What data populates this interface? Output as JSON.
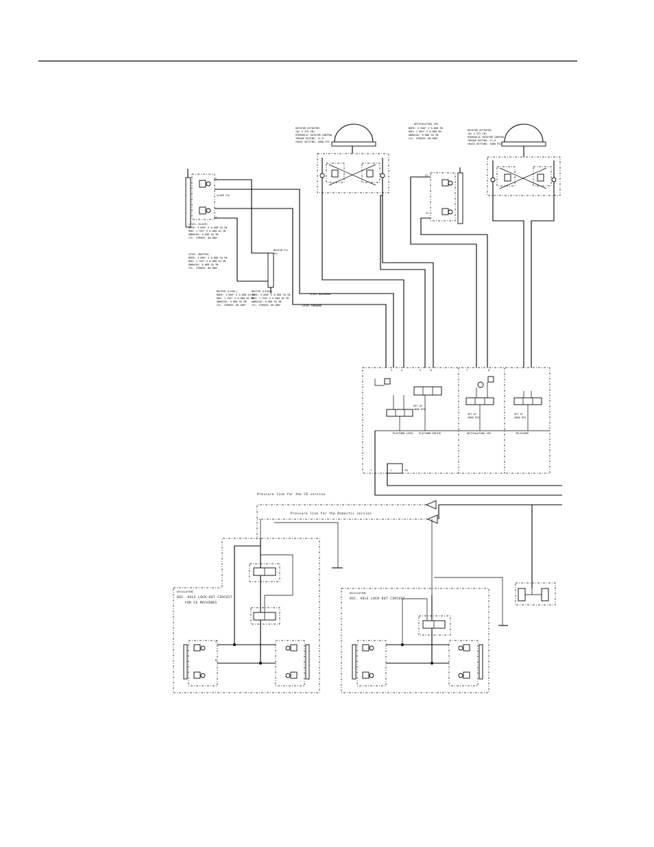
{
  "notes": {
    "pressure_ce": "Pressure line for the CE version",
    "pressure_domestic": "Pressure line for the Domestic version",
    "level_backward": "LEVEL BACKWARD",
    "level_forward": "LEVEL FORWARD",
    "osc_ce_title": "OSCILLATING",
    "osc_ce_name": "OSC. AXLE LOCK-OUT CIRCUIT",
    "osc_ce_sub": "FOR CE MACHINES",
    "osc_dom_title": "OSCILLATING",
    "osc_dom_name": "OSC. AXLE LOCK-OUT CIRCUIT",
    "articulating_jib": "ARTICULATING JIB",
    "slave_cyl": "SLAVE CYL",
    "master_cyl": "MASTER CYL",
    "platform_level": "PLATFORM LEVEL",
    "platform_rotate": "PLATFORM ROTATE",
    "articulating_jib_valve": "ARTICULATING JIB",
    "telescope": "TELESCOPE",
    "port_m1": "M1",
    "port_2": "2",
    "port_1": "1"
  }
}
